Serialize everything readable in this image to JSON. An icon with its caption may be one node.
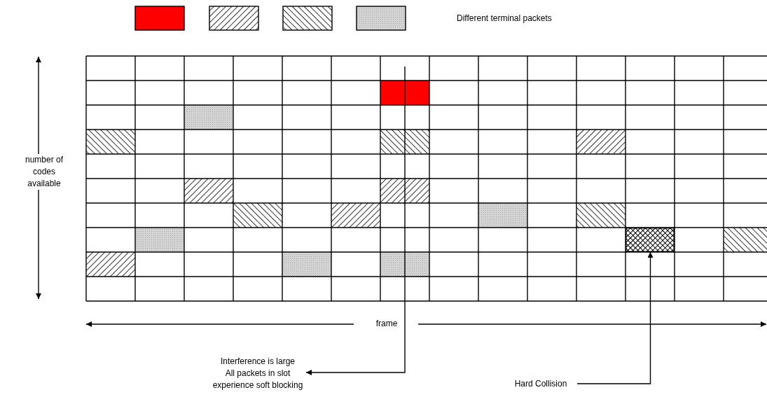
{
  "diagram": {
    "nodes": [
      {
        "text": [
          "Interference is large",
          "All packets in slot experience soft blocking"
        ]
      },
      {
        "text": [
          "Hard Collision"
        ]
      },
      {
        "text": [],
        "shape": "box"
      }
    ],
    "edges": [
      {
        "from": null,
        "to": 0,
        "arrow": "to"
      },
      {
        "from": 1,
        "to": 2,
        "arrow": "to"
      }
    ],
    "labels": [
      "Different terminal packets",
      "number of codes available",
      "frame"
    ]
  }
}
